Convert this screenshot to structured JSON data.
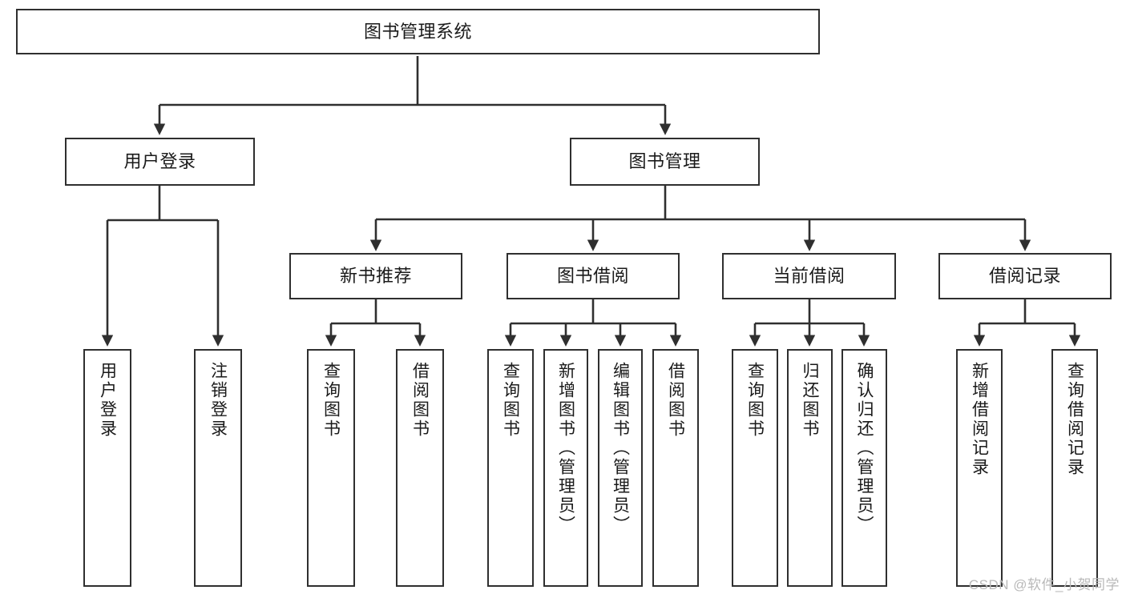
{
  "diagram": {
    "title": "图书管理系统",
    "type": "tree",
    "orientation": "top-down",
    "colors": {
      "box_border": "#2f2f2f",
      "box_fill": "#ffffff",
      "text": "#1a1a1a",
      "edge": "#2f2f2f",
      "watermark": "#b9b9b9",
      "background": "#ffffff"
    },
    "root": {
      "label": "图书管理系统"
    },
    "level2": [
      {
        "label": "用户登录"
      },
      {
        "label": "图书管理"
      }
    ],
    "level3": [
      {
        "label": "新书推荐"
      },
      {
        "label": "图书借阅"
      },
      {
        "label": "当前借阅"
      },
      {
        "label": "借阅记录"
      }
    ],
    "leaves": {
      "user_login": [
        {
          "label": "用户登录"
        },
        {
          "label": "注销登录"
        }
      ],
      "new_book_recommend": [
        {
          "label": "查询图书"
        },
        {
          "label": "借阅图书"
        }
      ],
      "book_borrow": [
        {
          "label": "查询图书"
        },
        {
          "label": "新增图书（管理员）"
        },
        {
          "label": "编辑图书（管理员）"
        },
        {
          "label": "借阅图书"
        }
      ],
      "current_borrow": [
        {
          "label": "查询图书"
        },
        {
          "label": "归还图书"
        },
        {
          "label": "确认归还（管理员）"
        }
      ],
      "borrow_record": [
        {
          "label": "新增借阅记录"
        },
        {
          "label": "查询借阅记录"
        }
      ]
    }
  },
  "watermark": {
    "text": "CSDN @软件_小贺同学"
  }
}
